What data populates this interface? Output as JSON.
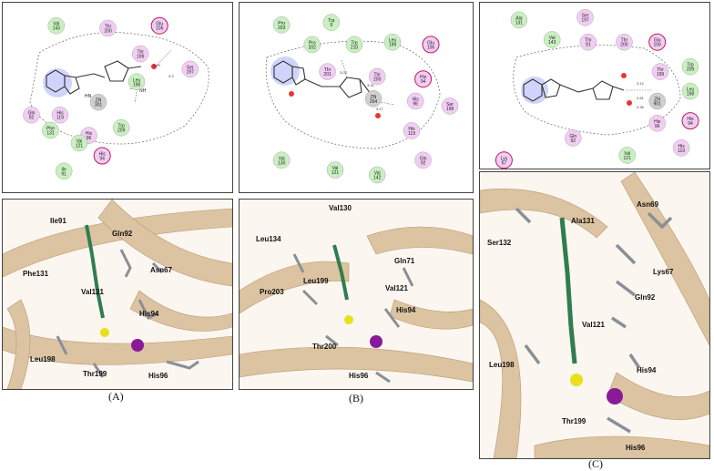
{
  "captions": {
    "a": "(A)",
    "b": "(B)",
    "c": "(C)"
  },
  "colors": {
    "hydrophobic": "#c9f0c0",
    "polar": "#f1cdf3",
    "charged_ring": "#c0185a",
    "metal": "#cfcfcf",
    "ribbon": "#dcc3a2",
    "ligand": "#3a8a5a",
    "sulfonamide": "#e8e01a",
    "zinc": "#8a1a9a",
    "nitrogen": "#3a45d8"
  },
  "panelA": {
    "residues2d": [
      {
        "name": "Val",
        "num": "143",
        "t": "h"
      },
      {
        "name": "Thr",
        "num": "200",
        "t": "p"
      },
      {
        "name": "Glu",
        "num": "106",
        "t": "c"
      },
      {
        "name": "Thr",
        "num": "199",
        "t": "p"
      },
      {
        "name": "Ser",
        "num": "197",
        "t": "p"
      },
      {
        "name": "Leu",
        "num": "198",
        "t": "h"
      },
      {
        "name": "ZN",
        "num": "301",
        "t": "m"
      },
      {
        "name": "Trp",
        "num": "209",
        "t": "h"
      },
      {
        "name": "His",
        "num": "119",
        "t": "p"
      },
      {
        "name": "His",
        "num": "96",
        "t": "p"
      },
      {
        "name": "His",
        "num": "94",
        "t": "c"
      },
      {
        "name": "Val",
        "num": "121",
        "t": "h"
      },
      {
        "name": "Phe",
        "num": "131",
        "t": "h"
      },
      {
        "name": "Gln",
        "num": "92",
        "t": "p"
      },
      {
        "name": "Ile",
        "num": "91",
        "t": "h"
      }
    ],
    "distances": [
      "3.19",
      "2.93",
      "2.93",
      "3.3"
    ],
    "labels3d": [
      "Ile91",
      "Gln92",
      "Phe131",
      "Asn67",
      "Val121",
      "His94",
      "Leu198",
      "Thr199",
      "His96"
    ]
  },
  "panelB": {
    "residues2d": [
      {
        "name": "Pro",
        "num": "203",
        "t": "h"
      },
      {
        "name": "Trp",
        "num": "9",
        "t": "h"
      },
      {
        "name": "Pro",
        "num": "202",
        "t": "h"
      },
      {
        "name": "Trp",
        "num": "210",
        "t": "h"
      },
      {
        "name": "Leu",
        "num": "199",
        "t": "h"
      },
      {
        "name": "Glu",
        "num": "106",
        "t": "c"
      },
      {
        "name": "Thr",
        "num": "201",
        "t": "p"
      },
      {
        "name": "Thr",
        "num": "200",
        "t": "p"
      },
      {
        "name": "His",
        "num": "94",
        "t": "c"
      },
      {
        "name": "ZN",
        "num": "264",
        "t": "m"
      },
      {
        "name": "His",
        "num": "96",
        "t": "p"
      },
      {
        "name": "Ser",
        "num": "198",
        "t": "p"
      },
      {
        "name": "His",
        "num": "119",
        "t": "p"
      },
      {
        "name": "Val",
        "num": "130",
        "t": "h"
      },
      {
        "name": "Val",
        "num": "121",
        "t": "h"
      },
      {
        "name": "Val",
        "num": "142",
        "t": "h"
      },
      {
        "name": "Gln",
        "num": "92",
        "t": "p"
      }
    ],
    "distances": [
      "3.03",
      "3.31",
      "3.17"
    ],
    "labels3d": [
      "Val130",
      "Leu134",
      "Gln71",
      "Leu199",
      "Pro203",
      "Val121",
      "His94",
      "Thr200",
      "His96"
    ]
  },
  "panelC": {
    "residues2d": [
      {
        "name": "Ala",
        "num": "131",
        "t": "h"
      },
      {
        "name": "Ser",
        "num": "197",
        "t": "p"
      },
      {
        "name": "Val",
        "num": "143",
        "t": "h"
      },
      {
        "name": "Thr",
        "num": "91",
        "t": "p"
      },
      {
        "name": "Thr",
        "num": "200",
        "t": "p"
      },
      {
        "name": "Glu",
        "num": "106",
        "t": "c"
      },
      {
        "name": "Trp",
        "num": "209",
        "t": "h"
      },
      {
        "name": "Thr",
        "num": "199",
        "t": "p"
      },
      {
        "name": "Leu",
        "num": "198",
        "t": "h"
      },
      {
        "name": "ZN",
        "num": "901",
        "t": "m"
      },
      {
        "name": "His",
        "num": "96",
        "t": "p"
      },
      {
        "name": "His",
        "num": "94",
        "t": "c"
      },
      {
        "name": "His",
        "num": "119",
        "t": "p"
      },
      {
        "name": "Gln",
        "num": "92",
        "t": "p"
      },
      {
        "name": "Val",
        "num": "121",
        "t": "h"
      },
      {
        "name": "Lys",
        "num": "67",
        "t": "c"
      }
    ],
    "distances": [
      "3.12",
      "2.81",
      "3.35"
    ],
    "labels3d": [
      "Ala131",
      "Asn69",
      "Ser132",
      "Lys67",
      "Gln92",
      "Val121",
      "Leu198",
      "His94",
      "Thr199",
      "His96"
    ]
  }
}
